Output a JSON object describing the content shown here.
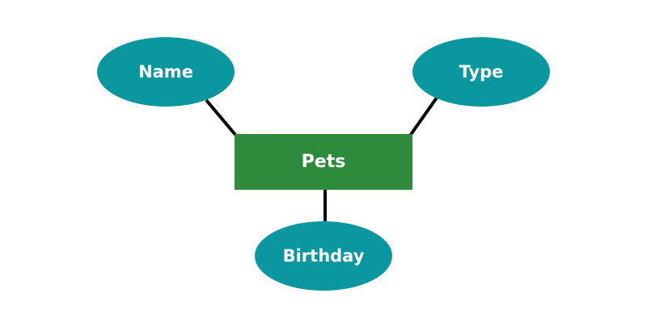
{
  "colors": {
    "entity_fill": "#2e8b3c",
    "attribute_fill": "#0a97a0",
    "connector": "#000000",
    "text": "#ffffff",
    "background": "#ffffff"
  },
  "entity": {
    "label": "Pets"
  },
  "attributes": [
    {
      "label": "Name"
    },
    {
      "label": "Type"
    },
    {
      "label": "Birthday"
    }
  ]
}
